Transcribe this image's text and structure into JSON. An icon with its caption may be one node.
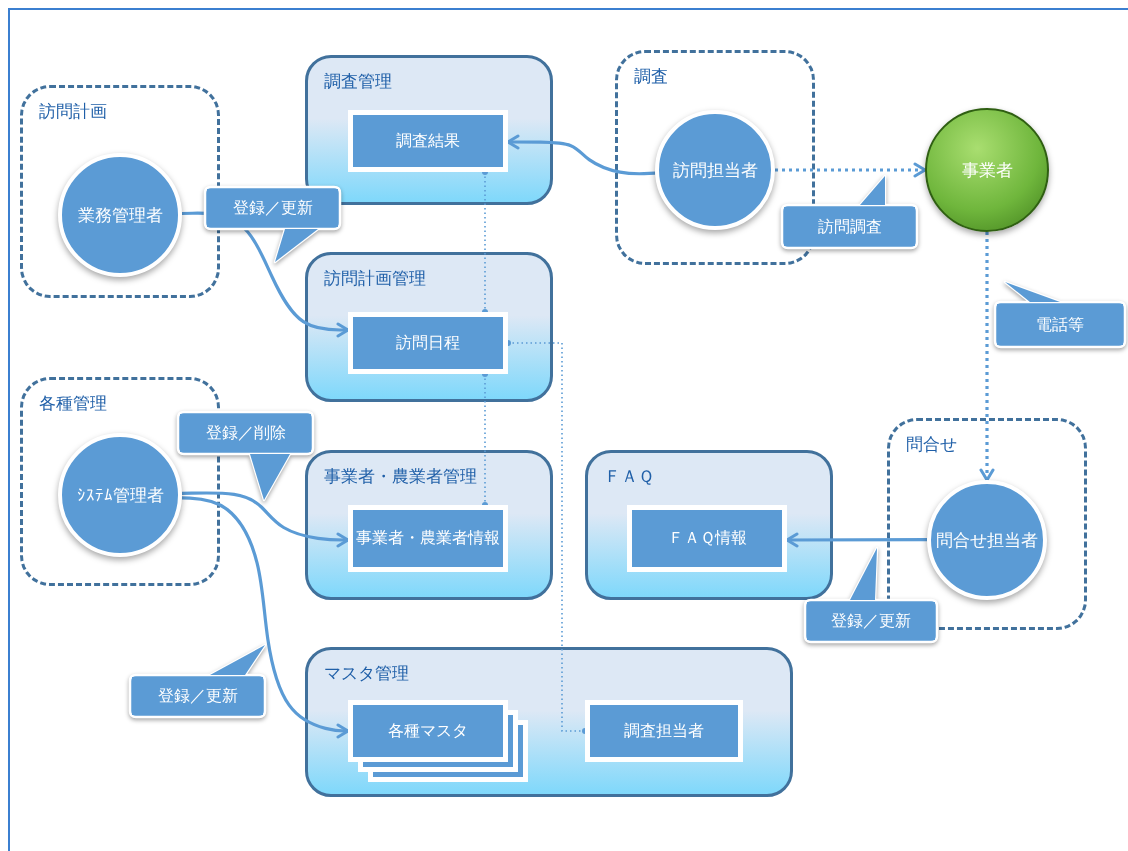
{
  "diagram": {
    "nodes": [
      {
        "text": [
          "訪問計画"
        ]
      },
      {
        "text": [
          "業務管理者"
        ],
        "in": 0
      },
      {
        "text": [
          "調査管理"
        ]
      },
      {
        "text": [
          "調査結果"
        ],
        "in": 2
      },
      {
        "text": [
          "調査"
        ]
      },
      {
        "text": [
          "訪問担当者"
        ],
        "in": 4
      },
      {
        "text": [
          "事業者"
        ]
      },
      {
        "text": [
          "訪問計画管理"
        ]
      },
      {
        "text": [
          "訪問日程"
        ],
        "in": 7
      },
      {
        "text": [
          "各種管理"
        ]
      },
      {
        "text": [
          "ｼｽﾃﾑ管理者"
        ],
        "in": 9
      },
      {
        "text": [
          "事業者・農業者管理"
        ]
      },
      {
        "text": [
          "事業者・農業者情報"
        ],
        "in": 11
      },
      {
        "text": [
          "ＦＡＱ"
        ]
      },
      {
        "text": [
          "ＦＡＱ情報"
        ],
        "in": 13
      },
      {
        "text": [
          "問合せ"
        ]
      },
      {
        "text": [
          "問合せ担当者"
        ],
        "in": 15
      },
      {
        "text": [
          "マスタ管理"
        ]
      },
      {
        "text": [
          "各種マスタ"
        ],
        "in": 17
      },
      {
        "text": [
          "調査担当者"
        ],
        "in": 17
      }
    ],
    "edges": [
      {
        "from": 1,
        "to": 8,
        "arrow": "to",
        "label": "登録／更新"
      },
      {
        "from": 5,
        "to": 3,
        "arrow": "to"
      },
      {
        "from": 5,
        "to": 6,
        "arrow": "to",
        "label": "訪問調査",
        "style": "dashed"
      },
      {
        "from": 6,
        "to": 16,
        "arrow": "to",
        "label": "電話等",
        "style": "dashed"
      },
      {
        "from": 10,
        "to": 12,
        "arrow": "to",
        "label": "登録／削除"
      },
      {
        "from": 10,
        "to": 18,
        "arrow": "to",
        "label": "登録／更新"
      },
      {
        "from": 16,
        "to": 14,
        "arrow": "to",
        "label": "登録／更新"
      },
      {
        "from": 3,
        "to": 8,
        "arrow": "other",
        "style": "dashed"
      },
      {
        "from": 8,
        "to": 12,
        "arrow": "other",
        "style": "dashed"
      },
      {
        "from": 8,
        "to": 19,
        "arrow": "other",
        "style": "dashed"
      }
    ]
  }
}
